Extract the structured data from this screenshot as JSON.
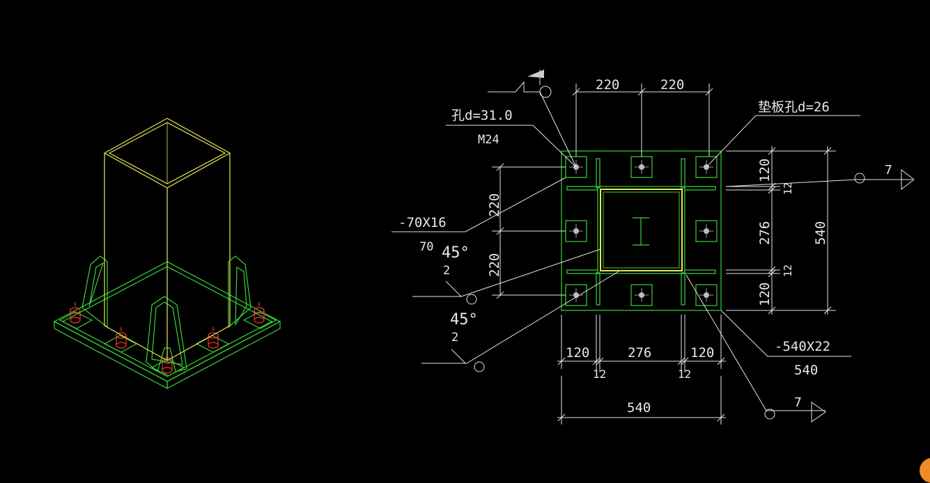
{
  "drawing": {
    "dims": {
      "top_220_left": "220",
      "top_220_right": "220",
      "left_220_top": "220",
      "left_220_bottom": "220",
      "right_120_top": "120",
      "right_12_top": "12",
      "right_276": "276",
      "right_12_bottom": "12",
      "right_120_bottom": "120",
      "right_540": "540",
      "bottom_120_left": "120",
      "bottom_276": "276",
      "bottom_120_right": "120",
      "bottom_12_left": "12",
      "bottom_12_right": "12",
      "bottom_540": "540"
    },
    "labels": {
      "hole": "孔d=31.0",
      "bolt": "M24",
      "pad_hole": "垫板孔d=26",
      "stiffener": "-70X16",
      "stiffener_sub": "70",
      "weld1_angle": "45°",
      "weld1_size": "2",
      "weld2_angle": "45°",
      "weld2_size": "2",
      "plate": "-540X22",
      "plate_sub": "540",
      "weld_ref_right": "7",
      "weld_ref_bottom": "7"
    }
  }
}
